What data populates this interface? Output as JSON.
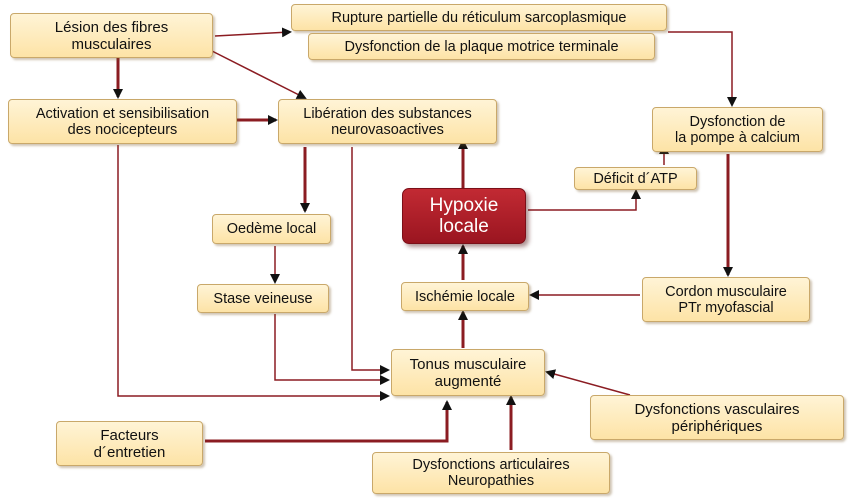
{
  "colors": {
    "arrow_dark": "#8b1c22",
    "arrow_thin": "#b0303a",
    "box_fill_top": "#fff4d6",
    "box_fill_bottom": "#fde3a6",
    "box_border": "#c9a86a",
    "hypoxie_fill": "#b21f2a",
    "hypoxie_text": "#ffffff"
  },
  "nodes": {
    "lesion": "Lésion des fibres\nmusculaires",
    "rupture": "Rupture partielle du réticulum sarcoplasmique",
    "dysfonction_plaque": "Dysfonction de la plaque motrice terminale",
    "activation": "Activation et sensibilisation\ndes nocicepteurs",
    "liberation": "Libération des substances\nneurovasoactives",
    "pompe": "Dysfonction de\nla pompe à calcium",
    "deficit_atp": "Déficit d´ATP",
    "hypoxie": "Hypoxie\nlocale",
    "oedeme": "Oedème local",
    "stase": "Stase veineuse",
    "ischemie": "Ischémie locale",
    "cordon": "Cordon musculaire\nPTr myofascial",
    "tonus": "Tonus musculaire\naugmenté",
    "vasculaires": "Dysfonctions vasculaires\npériphériques",
    "facteurs": "Facteurs\nd´entretien",
    "articulaires": "Dysfonctions articulaires\nNeuropathies"
  }
}
